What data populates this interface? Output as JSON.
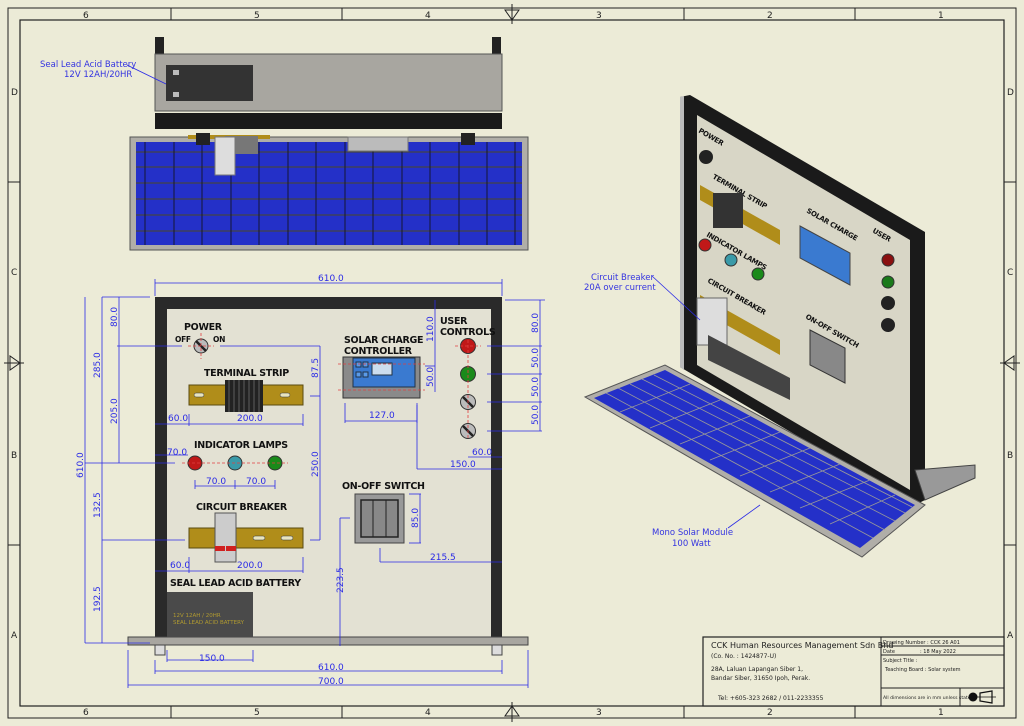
{
  "sheet": {
    "zones_top": [
      "6",
      "5",
      "4",
      "3",
      "2",
      "1"
    ],
    "zones_side": [
      "D",
      "C",
      "B",
      "A"
    ]
  },
  "top_view": {
    "battery_note_line1": "Seal Lead Acid Battery",
    "battery_note_line2": "12V 12AH/20HR"
  },
  "front_view": {
    "labels": {
      "power": "POWER",
      "off": "OFF",
      "on": "ON",
      "terminal_strip": "TERMINAL STRIP",
      "solar_charge_1": "SOLAR CHARGE",
      "solar_charge_2": "CONTROLLER",
      "user_controls_1": "USER",
      "user_controls_2": "CONTROLS",
      "indicator_lamps": "INDICATOR LAMPS",
      "circuit_breaker": "CIRCUIT BREAKER",
      "on_off_switch": "ON-OFF SWITCH",
      "battery": "SEAL LEAD ACID BATTERY",
      "battery_print_1": "12V 12AH / 20HR",
      "battery_print_2": "SEAL LEAD ACID BATTERY"
    },
    "dims": {
      "top_width": "610.0",
      "left_80": "80.0",
      "left_205": "205.0",
      "left_285": "285.0",
      "left_610": "610.0",
      "left_132_5": "132.5",
      "left_192_5": "192.5",
      "ts_60": "60.0",
      "ts_200": "200.0",
      "d_87_5": "87.5",
      "scc_110": "110.0",
      "scc_50": "50.0",
      "scc_127": "127.0",
      "uc_80": "80.0",
      "uc_50a": "50.0",
      "uc_50b": "50.0",
      "uc_50c": "50.0",
      "uc_60": "60.0",
      "uc_150": "150.0",
      "il_70a": "70.0",
      "il_70b": "70.0",
      "il_70c": "70.0",
      "d_250": "250.0",
      "cb_60": "60.0",
      "cb_200": "200.0",
      "sw_85": "85.0",
      "sw_215_5": "215.5",
      "sw_223_5": "223.5",
      "bat_150": "150.0",
      "bottom_610": "610.0",
      "bottom_700": "700.0"
    }
  },
  "iso_view": {
    "cb_note_line1": "Circuit Breaker",
    "cb_note_line2": "20A over current",
    "solar_note_line1": "Mono Solar Module",
    "solar_note_line2": "100 Watt"
  },
  "title_block": {
    "company": "CCK Human Resources Management Sdn Bhd",
    "company_no": "(Co. No. : 1424877-U)",
    "address_1": "28A, Laluan Lapangan Siber 1,",
    "address_2": "Bandar Siber, 31650 Ipoh, Perak.",
    "tel": "Tel: +605-323 2682  /  011-2233355",
    "drawing_number": "Drawing Number : CCK 26 A01",
    "date_label": "Date",
    "date_value": ": 18 May 2022",
    "subject_label": "Subject Title :",
    "subject_value": "Teaching Board : Solar system",
    "dims_note": "All dimensions are in mm unless stated"
  },
  "colors": {
    "dimension": "#2a2ae6",
    "paper": "#ecebd7",
    "solar_cell": "#2430c8"
  }
}
